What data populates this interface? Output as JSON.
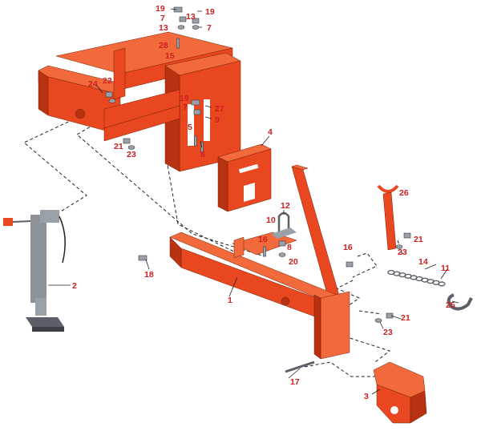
{
  "colors": {
    "part_front": "#e8471f",
    "part_side": "#b83212",
    "part_top": "#f26a3c",
    "label": "#cc1f1f",
    "leader": "#222222",
    "jack_body": "#8d9299",
    "jack_dark": "#5b6068",
    "jack_foot": "#3b3f45",
    "hardware": "#9aa0a8",
    "chain": "#c9ccd1"
  },
  "icons": {
    "bolt": "bolt-icon",
    "nut": "nut-icon",
    "washer": "washer-icon",
    "pin": "pin-icon"
  },
  "labels": [
    {
      "id": "19a",
      "text": "19"
    },
    {
      "id": "7a",
      "text": "7"
    },
    {
      "id": "13a",
      "text": "13"
    },
    {
      "id": "28",
      "text": "28"
    },
    {
      "id": "15",
      "text": "15"
    },
    {
      "id": "13b",
      "text": "13"
    },
    {
      "id": "19b",
      "text": "19"
    },
    {
      "id": "7b",
      "text": "7"
    },
    {
      "id": "24",
      "text": "24"
    },
    {
      "id": "22",
      "text": "22"
    },
    {
      "id": "21a",
      "text": "21"
    },
    {
      "id": "23a",
      "text": "23"
    },
    {
      "id": "19c",
      "text": "19"
    },
    {
      "id": "7c",
      "text": "7"
    },
    {
      "id": "27",
      "text": "27"
    },
    {
      "id": "9",
      "text": "9"
    },
    {
      "id": "5",
      "text": "5"
    },
    {
      "id": "6",
      "text": "6"
    },
    {
      "id": "4",
      "text": "4"
    },
    {
      "id": "12",
      "text": "12"
    },
    {
      "id": "10",
      "text": "10"
    },
    {
      "id": "8",
      "text": "8"
    },
    {
      "id": "16a",
      "text": "16"
    },
    {
      "id": "20",
      "text": "20"
    },
    {
      "id": "26",
      "text": "26"
    },
    {
      "id": "16b",
      "text": "16"
    },
    {
      "id": "21b",
      "text": "21"
    },
    {
      "id": "23b",
      "text": "23"
    },
    {
      "id": "14",
      "text": "14"
    },
    {
      "id": "11",
      "text": "11"
    },
    {
      "id": "25",
      "text": "25"
    },
    {
      "id": "18",
      "text": "18"
    },
    {
      "id": "1",
      "text": "1"
    },
    {
      "id": "2",
      "text": "2"
    },
    {
      "id": "21c",
      "text": "21"
    },
    {
      "id": "23c",
      "text": "23"
    },
    {
      "id": "17",
      "text": "17"
    },
    {
      "id": "3",
      "text": "3"
    }
  ]
}
